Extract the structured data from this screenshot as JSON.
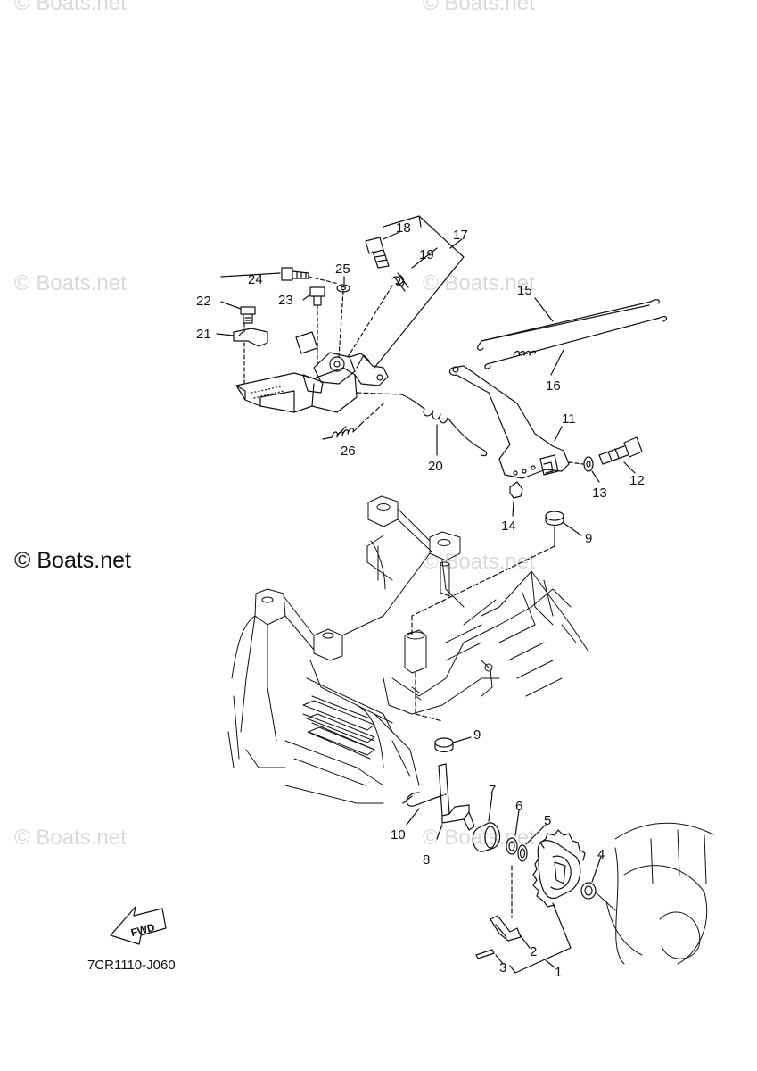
{
  "watermarks": [
    "© Boats.net",
    "© Boats.net",
    "© Boats.net",
    "© Boats.net",
    "© Boats.net",
    "© Boats.net",
    "© Boats.net",
    "© Boats.net"
  ],
  "main_watermark": "© Boats.net",
  "diagram_code": "7CR1110-J060",
  "fwd_label": "FWD",
  "callouts": {
    "c1": "1",
    "c2": "2",
    "c3": "3",
    "c4": "4",
    "c5": "5",
    "c6": "6",
    "c7": "7",
    "c8": "8",
    "c9a": "9",
    "c9b": "9",
    "c10": "10",
    "c11": "11",
    "c12": "12",
    "c13": "13",
    "c14": "14",
    "c15": "15",
    "c16": "16",
    "c17": "17",
    "c18": "18",
    "c19": "19",
    "c20": "20",
    "c21": "21",
    "c22": "22",
    "c23": "23",
    "c24": "24",
    "c25": "25",
    "c26": "26"
  }
}
